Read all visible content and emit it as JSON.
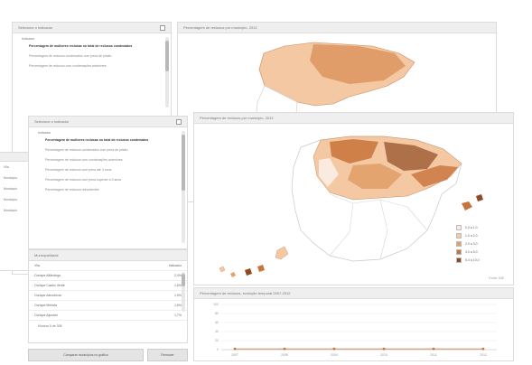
{
  "colors": {
    "accent": "#c8733a",
    "scale": [
      "#fbeadf",
      "#f3c8a3",
      "#e2a06a",
      "#c8733a",
      "#8e4a22"
    ],
    "line": "#c8733a"
  },
  "back": {
    "indicators": {
      "title": "Selecione o indicador",
      "section": "Indicador",
      "options": [
        "Percentagem de mulheres reclusas no total de reclusos condenados",
        "Percentagem de reclusos condenados com pena de prisão",
        "Percentagem de reclusos com condenações anteriores"
      ]
    },
    "map_title": "Percentagem de reclusos por município, 2012",
    "side_rows": [
      "Vila",
      "Município",
      "Município",
      "Município",
      "Município"
    ]
  },
  "front": {
    "indicators": {
      "title": "Selecione o indicador",
      "section": "Indicador",
      "options": [
        "Percentagem de mulheres reclusas no total de reclusos condenados",
        "Percentagem de reclusos condenados com pena de prisão",
        "Percentagem de reclusos com condenações anteriores",
        "Percentagem de reclusos com pena até 3 anos",
        "Percentagem de reclusos com pena superior a 3 anos",
        "Percentagem de reclusos reincidentes"
      ]
    },
    "municipality": {
      "title": "Municipalidade",
      "col_name": "Vila",
      "col_value": "Indicador",
      "rows": [
        {
          "name": "Ourique Alfândega",
          "value": "2,0%"
        },
        {
          "name": "Ourique Castro Verde",
          "value": "1,6%"
        },
        {
          "name": "Ourique Almodôvar",
          "value": "1,9%"
        },
        {
          "name": "Ourique Mértola",
          "value": "1,6%"
        },
        {
          "name": "Ourique Aljustrel",
          "value": "1,7%"
        }
      ],
      "footer": "Mostrar 5 de 308"
    },
    "buttons": {
      "compare": "Comparar municípios no gráfico",
      "clear": "Remover"
    },
    "map": {
      "title": "Percentagem de reclusos por município, 2012",
      "credit": "Fonte: INE",
      "legend": [
        "0,0 a 1,0",
        "1,0 a 2,0",
        "2,0 a 3,0",
        "3,0 a 5,0",
        "5,0 a 10,0"
      ]
    },
    "chart": {
      "title": "Percentagem de reclusos, evolução temporal 2007-2012"
    }
  },
  "chart_data": {
    "type": "line",
    "x": [
      "2007",
      "2008",
      "2009",
      "2010",
      "2011",
      "2012"
    ],
    "series": [
      {
        "values": [
          1.8,
          1.8,
          1.7,
          1.8,
          1.8,
          1.8
        ]
      }
    ],
    "y_ticks": [
      "0",
      "20",
      "40",
      "60",
      "80",
      "100"
    ],
    "ylim": [
      0,
      100
    ]
  }
}
